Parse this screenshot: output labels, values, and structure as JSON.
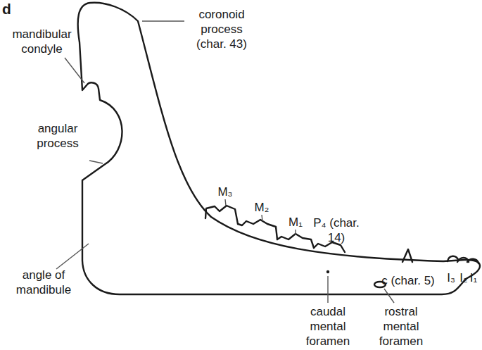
{
  "diagram": {
    "labels": [
      "d",
      "coronoid process (char. 43)",
      "mandibular condyle",
      "angular process",
      "angle of mandibule",
      "M₃",
      "M₂",
      "M₁",
      "P₄ (char. 14)",
      "c (char. 5)",
      "I₃",
      "I₂",
      "I₁",
      "caudal mental foramen",
      "rostral mental foramen"
    ]
  }
}
